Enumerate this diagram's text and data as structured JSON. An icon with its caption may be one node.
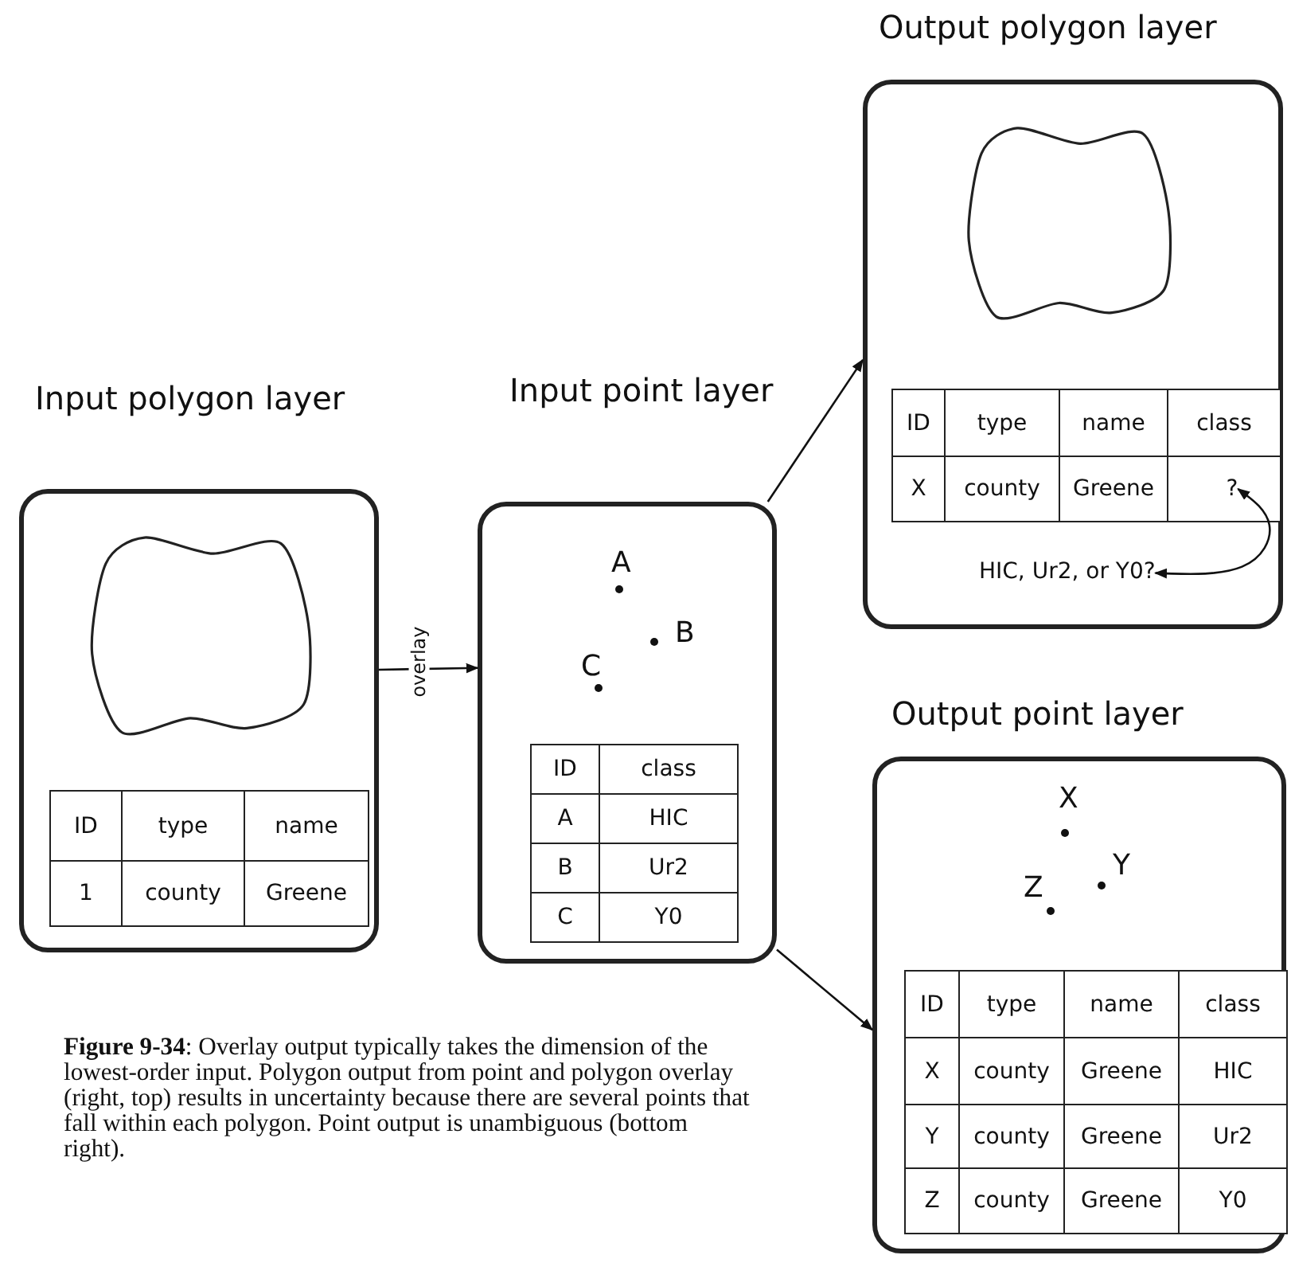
{
  "diagram": {
    "caption": "**Figure 9-34**: Overlay output typically takes the dimension of the lowest-order input. Polygon output from point and polygon overlay (right, top) results in uncertainty because there are several points that fall within each polygon. Point output is unambiguous (bottom right).",
    "nodes": [
      {
        "text": [
          "Input polygon layer"
        ]
      },
      {
        "text": [],
        "shape": "polygon",
        "in": 0
      },
      {
        "text": [
          "Input point layer"
        ]
      },
      {
        "text": [
          "Output polygon layer"
        ]
      },
      {
        "text": [],
        "shape": "polygon",
        "in": 3
      },
      {
        "text": [
          "?"
        ],
        "in": 3
      },
      {
        "text": [
          "HIC, Ur2, or Y0?"
        ],
        "in": 3
      },
      {
        "text": [
          "Output point layer"
        ]
      }
    ],
    "edges": [
      {
        "from": 0,
        "to": 2,
        "arrow": "to",
        "label": "overlay"
      },
      {
        "from": 2,
        "to": 3,
        "arrow": "to"
      },
      {
        "from": 2,
        "to": 7,
        "arrow": "to"
      },
      {
        "from": 5,
        "to": 6,
        "arrow": "both"
      }
    ],
    "labels": [
      "ID",
      "type",
      "name",
      "1",
      "county",
      "Greene",
      "A",
      "B",
      "C",
      "ID",
      "class",
      "A",
      "HIC",
      "B",
      "Ur2",
      "C",
      "Y0",
      "ID",
      "type",
      "name",
      "class",
      "X",
      "county",
      "Greene",
      "X",
      "Y",
      "Z",
      "ID",
      "type",
      "name",
      "class",
      "X",
      "county",
      "Greene",
      "HIC",
      "Y",
      "county",
      "Greene",
      "Ur2",
      "Z",
      "county",
      "Greene",
      "Y0"
    ]
  }
}
